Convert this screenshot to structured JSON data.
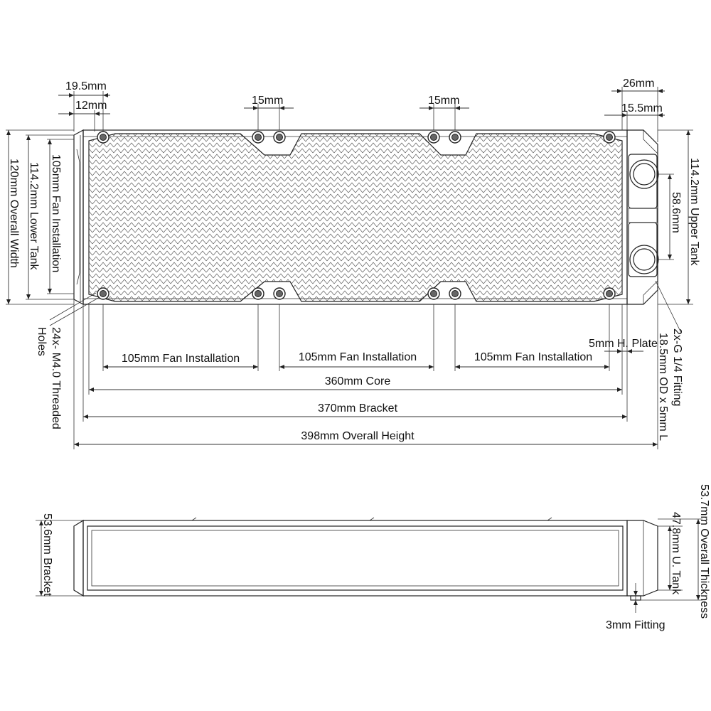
{
  "labels": {
    "dim_19_5": "19.5mm",
    "dim_12": "12mm",
    "dim_15_a": "15mm",
    "dim_15_b": "15mm",
    "dim_26": "26mm",
    "dim_15_5": "15.5mm",
    "fan_105_left": "105mm Fan Installation",
    "fan_105_mid": "105mm Fan Installation",
    "fan_105_right": "105mm Fan Installation",
    "core_360": "360mm Core",
    "bracket_370": "370mm Bracket",
    "overall_height_398": "398mm Overall Height",
    "h_plate_5": "5mm H. Plate",
    "fan_install_105_v": "105mm Fan Installation",
    "lower_tank_114_2": "114.2mm Lower Tank",
    "overall_width_120": "120mm Overall Width",
    "upper_tank_114_2": "114.2mm Upper Tank",
    "port_spacing_58_6": "58.6mm",
    "threaded_holes": "24x- M4.0 Threaded",
    "holes": "Holes",
    "fitting_1": "2x-G 1/4 Fitting",
    "fitting_2": "18.5mm OD x 5mm L",
    "bracket_53_6": "53.6mm Bracket",
    "overall_thickness_53_7": "53.7mm Overall Thickness",
    "u_tank_47_8": "47.8mm U. Tank",
    "fitting_3mm": "3mm Fitting"
  },
  "colors": {
    "line": "#222222",
    "hole_fill": "#666666",
    "background": "#ffffff"
  }
}
